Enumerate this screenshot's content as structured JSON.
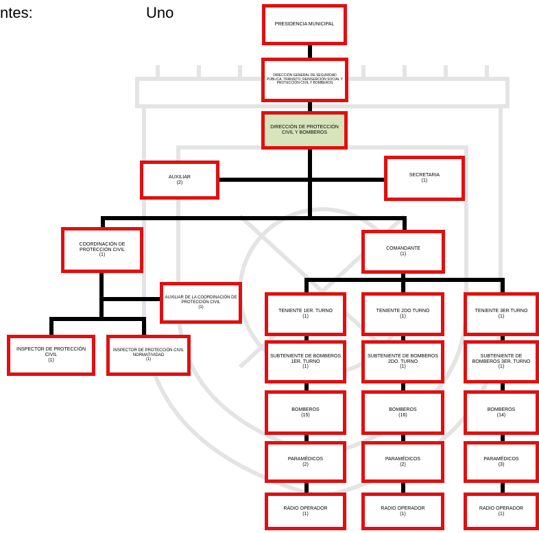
{
  "header": {
    "label_left": "ntes:",
    "label_right": "Uno"
  },
  "colors": {
    "box_border": "#e01010",
    "connector": "#000000",
    "highlight_fill": "#d8e4bc"
  },
  "nodes": {
    "presidencia": {
      "title": "PRESIDENCIA MUNICIPAL"
    },
    "direccion_general": {
      "title": "DIRECCIÓN GENERAL DE SEGURIDAD PÚBLICA, TRÁNSITO, REINSERCIÓN SOCIAL Y PROTECCIÓN CIVIL Y BOMBEROS"
    },
    "direccion_pc": {
      "title": "DIRECCIÓN DE PROTECCIÓN CIVIL Y BOMBEROS"
    },
    "auxiliar": {
      "title": "AUXILIAR",
      "count": "(2)"
    },
    "secretaria": {
      "title": "SECRETARIA",
      "count": "(1)"
    },
    "coordinacion": {
      "title": "COORDINACIÓN DE PROTECCIÓN CIVIL",
      "count": "(1)"
    },
    "comandante": {
      "title": "COMANDANTE",
      "count": "(1)"
    },
    "aux_coordinacion": {
      "title": "AUXILIAR DE LA COORDINACIÓN DE PROTECCIÓN CIVIL",
      "count": "(1)"
    },
    "inspector_pc": {
      "title": "INSPECTOR DE PROTECCIÓN CIVIL",
      "count": "(1)"
    },
    "inspector_norm": {
      "title": "INSPECTOR DE PROTECCIÓN CIVIL NORMATIVIDAD",
      "count": "(1)"
    },
    "teniente_1": {
      "title": "TENIENTE 1ER. TURNO",
      "count": "(1)"
    },
    "teniente_2": {
      "title": "TENIENTE 2DO TURNO",
      "count": "(1)"
    },
    "teniente_3": {
      "title": "TENIENTE 3ER TURNO",
      "count": "(1)"
    },
    "subteniente_1": {
      "title": "SUBTENIENTE DE BOMBEROS 1ER. TURNO",
      "count": "(1)"
    },
    "subteniente_2": {
      "title": "SUBTENIENTE DE BOMBEROS 2DO. TURNO",
      "count": "(1)"
    },
    "subteniente_3": {
      "title": "SUBTENIENTE DE BOMBEROS 3ER. TURNO",
      "count": "(1)"
    },
    "bomberos_1": {
      "title": "BOMBEROS",
      "count": "(15)"
    },
    "bomberos_2": {
      "title": "BOMBEROS",
      "count": "(16)"
    },
    "bomberos_3": {
      "title": "BOMBEROS",
      "count": "(14)"
    },
    "paramedicos_1": {
      "title": "PARAMÉDICOS",
      "count": "(2)"
    },
    "paramedicos_2": {
      "title": "PARAMÉDICOS",
      "count": "(2)"
    },
    "paramedicos_3": {
      "title": "PARAMÉDICOS",
      "count": "(3)"
    },
    "radio_1": {
      "title": "RADIO OPERADOR",
      "count": "(1)"
    },
    "radio_2": {
      "title": "RADIO OPERADOR",
      "count": "(1)"
    },
    "radio_3": {
      "title": "RADIO OPERADOR",
      "count": "(1)"
    }
  }
}
